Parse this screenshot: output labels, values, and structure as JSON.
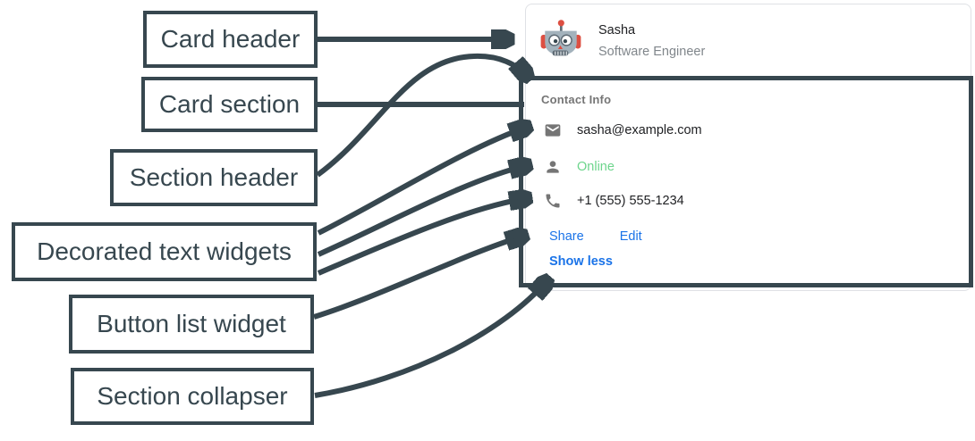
{
  "theme": {
    "slate": "#37474f",
    "card_border": "#dfe1e5",
    "blue": "#1a73e8",
    "green": "#6dd58c",
    "gray_text": "#757575",
    "dark_text": "#202124",
    "subtitle_gray": "#80868b"
  },
  "annotations": {
    "labels": [
      {
        "id": "card-header",
        "text": "Card header"
      },
      {
        "id": "card-section",
        "text": "Card section"
      },
      {
        "id": "section-header",
        "text": "Section header"
      },
      {
        "id": "decorated-text-widgets",
        "text": "Decorated text widgets"
      },
      {
        "id": "button-list-widget",
        "text": "Button list widget"
      },
      {
        "id": "section-collapser",
        "text": "Section collapser"
      }
    ]
  },
  "card": {
    "header": {
      "title": "Sasha",
      "subtitle": "Software Engineer",
      "avatar_icon": "robot-avatar-icon"
    },
    "section": {
      "header": "Contact Info",
      "widgets": [
        {
          "icon": "email-icon",
          "text": "sasha@example.com",
          "color": "dark"
        },
        {
          "icon": "person-icon",
          "text": "Online",
          "color": "green"
        },
        {
          "icon": "phone-icon",
          "text": "+1 (555) 555-1234",
          "color": "dark"
        }
      ],
      "buttons": [
        {
          "label": "Share"
        },
        {
          "label": "Edit"
        }
      ],
      "collapser_label": "Show less"
    }
  }
}
